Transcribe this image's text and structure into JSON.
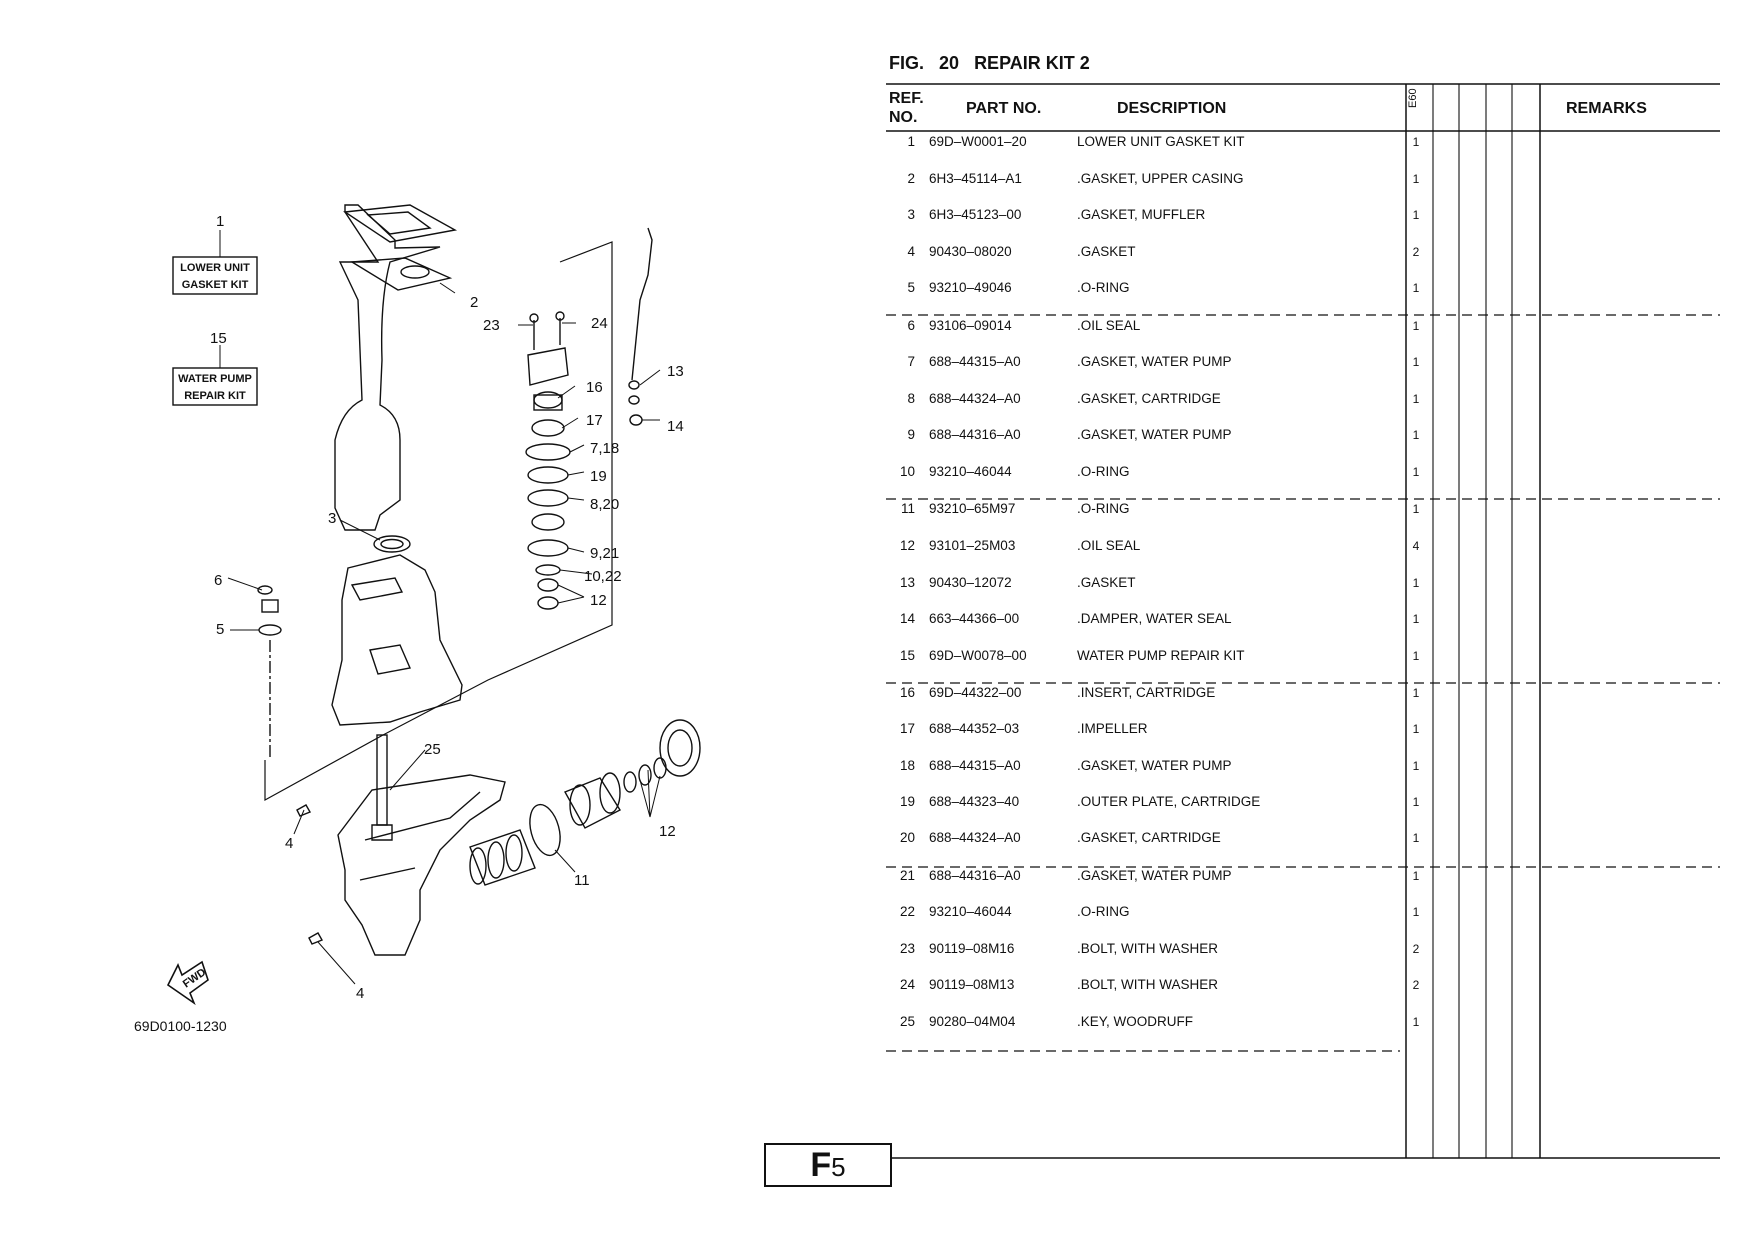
{
  "figure": {
    "prefix": "FIG.",
    "number": "20",
    "title": "REPAIR KIT 2"
  },
  "table": {
    "headers": {
      "ref_no": [
        "REF.",
        "NO."
      ],
      "part_no": "PART NO.",
      "description": "DESCRIPTION",
      "model": "E60",
      "remarks": "REMARKS"
    },
    "rows": [
      {
        "ref": "1",
        "part": "69D–W0001–20",
        "desc": "LOWER UNIT GASKET KIT",
        "qty": "1"
      },
      {
        "ref": "2",
        "part": "6H3–45114–A1",
        "desc": ".GASKET, UPPER CASING",
        "qty": "1"
      },
      {
        "ref": "3",
        "part": "6H3–45123–00",
        "desc": ".GASKET, MUFFLER",
        "qty": "1"
      },
      {
        "ref": "4",
        "part": "90430–08020",
        "desc": ".GASKET",
        "qty": "2"
      },
      {
        "ref": "5",
        "part": "93210–49046",
        "desc": ".O-RING",
        "qty": "1"
      },
      {
        "ref": "6",
        "part": "93106–09014",
        "desc": ".OIL SEAL",
        "qty": "1"
      },
      {
        "ref": "7",
        "part": "688–44315–A0",
        "desc": ".GASKET, WATER PUMP",
        "qty": "1"
      },
      {
        "ref": "8",
        "part": "688–44324–A0",
        "desc": ".GASKET, CARTRIDGE",
        "qty": "1"
      },
      {
        "ref": "9",
        "part": "688–44316–A0",
        "desc": ".GASKET, WATER PUMP",
        "qty": "1"
      },
      {
        "ref": "10",
        "part": "93210–46044",
        "desc": ".O-RING",
        "qty": "1"
      },
      {
        "ref": "11",
        "part": "93210–65M97",
        "desc": ".O-RING",
        "qty": "1"
      },
      {
        "ref": "12",
        "part": "93101–25M03",
        "desc": ".OIL SEAL",
        "qty": "4"
      },
      {
        "ref": "13",
        "part": "90430–12072",
        "desc": ".GASKET",
        "qty": "1"
      },
      {
        "ref": "14",
        "part": "663–44366–00",
        "desc": ".DAMPER, WATER SEAL",
        "qty": "1"
      },
      {
        "ref": "15",
        "part": "69D–W0078–00",
        "desc": "WATER PUMP REPAIR KIT",
        "qty": "1"
      },
      {
        "ref": "16",
        "part": "69D–44322–00",
        "desc": ".INSERT, CARTRIDGE",
        "qty": "1"
      },
      {
        "ref": "17",
        "part": "688–44352–03",
        "desc": ".IMPELLER",
        "qty": "1"
      },
      {
        "ref": "18",
        "part": "688–44315–A0",
        "desc": ".GASKET, WATER PUMP",
        "qty": "1"
      },
      {
        "ref": "19",
        "part": "688–44323–40",
        "desc": ".OUTER PLATE, CARTRIDGE",
        "qty": "1"
      },
      {
        "ref": "20",
        "part": "688–44324–A0",
        "desc": ".GASKET, CARTRIDGE",
        "qty": "1"
      },
      {
        "ref": "21",
        "part": "688–44316–A0",
        "desc": ".GASKET, WATER PUMP",
        "qty": "1"
      },
      {
        "ref": "22",
        "part": "93210–46044",
        "desc": ".O-RING",
        "qty": "1"
      },
      {
        "ref": "23",
        "part": "90119–08M16",
        "desc": ".BOLT, WITH WASHER",
        "qty": "2"
      },
      {
        "ref": "24",
        "part": "90119–08M13",
        "desc": ".BOLT, WITH WASHER",
        "qty": "2"
      },
      {
        "ref": "25",
        "part": "90280–04M04",
        "desc": ".KEY, WOODRUFF",
        "qty": "1"
      }
    ]
  },
  "diagram": {
    "drawing_number": "69D0100-1230",
    "kit_labels": {
      "lower_unit": {
        "ref": "1",
        "lines": [
          "LOWER UNIT",
          "GASKET KIT"
        ]
      },
      "water_pump": {
        "ref": "15",
        "lines": [
          "WATER PUMP",
          "REPAIR KIT"
        ]
      }
    },
    "fwd_label": "FWD",
    "callouts": {
      "c2": "2",
      "c23": "23",
      "c24": "24",
      "c13": "13",
      "c14": "14",
      "c16": "16",
      "c17": "17",
      "c7_18": "7,18",
      "c19": "19",
      "c8_20": "8,20",
      "c9_21": "9,21",
      "c10_22": "10,22",
      "c12a": "12",
      "c3": "3",
      "c6": "6",
      "c5": "5",
      "c25": "25",
      "c4a": "4",
      "c4b": "4",
      "c11": "11",
      "c12b": "12"
    }
  },
  "page": {
    "section": "F",
    "number": "5"
  }
}
